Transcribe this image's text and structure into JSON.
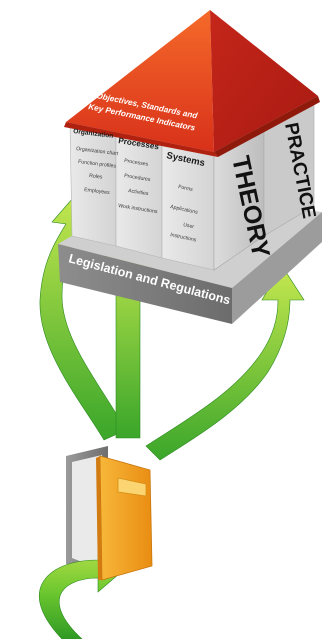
{
  "roof": {
    "line1": "Objectives, Standards and",
    "line2": "Key Performance Indicators"
  },
  "columns": {
    "organization": {
      "title": "Organization",
      "items": [
        "Organization chart",
        "Function profiles",
        "Roles",
        "Employees"
      ]
    },
    "processes": {
      "title": "Processes",
      "items": [
        "Processes",
        "Procedures",
        "Activities",
        "Work instructions"
      ]
    },
    "systems": {
      "title": "Systems",
      "items": [
        "Forms",
        "Applications",
        "User",
        "Instructions"
      ]
    }
  },
  "theory_label": "THEORY",
  "practice_label": "PRACTICE",
  "base_label": "Legislation and Regulations",
  "colors": {
    "roof": "#e8441f",
    "arrow_green": "#5cc22e",
    "door_orange": "#f4a41c"
  }
}
